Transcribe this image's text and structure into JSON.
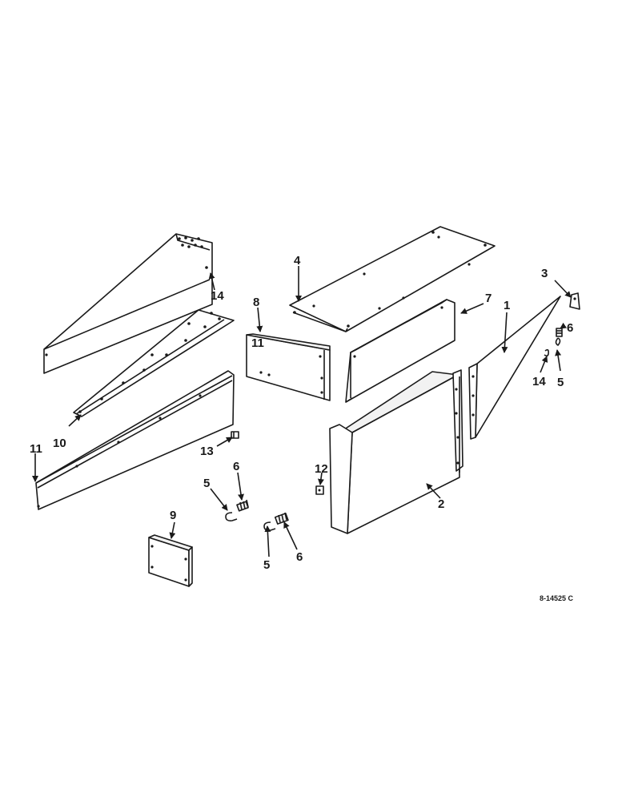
{
  "callouts": {
    "c1": "1",
    "c2": "2",
    "c3": "3",
    "c4": "4",
    "c5a": "5",
    "c5b": "5",
    "c5c": "5",
    "c6a": "6",
    "c6b": "6",
    "c6c": "6",
    "c7": "7",
    "c8": "8",
    "c9": "9",
    "c10": "10",
    "c11": "11",
    "c12": "12",
    "c13": "13",
    "c14a": "14",
    "c14b": "14"
  },
  "panel_mark": "11",
  "drawing_id": "8-14525 C"
}
